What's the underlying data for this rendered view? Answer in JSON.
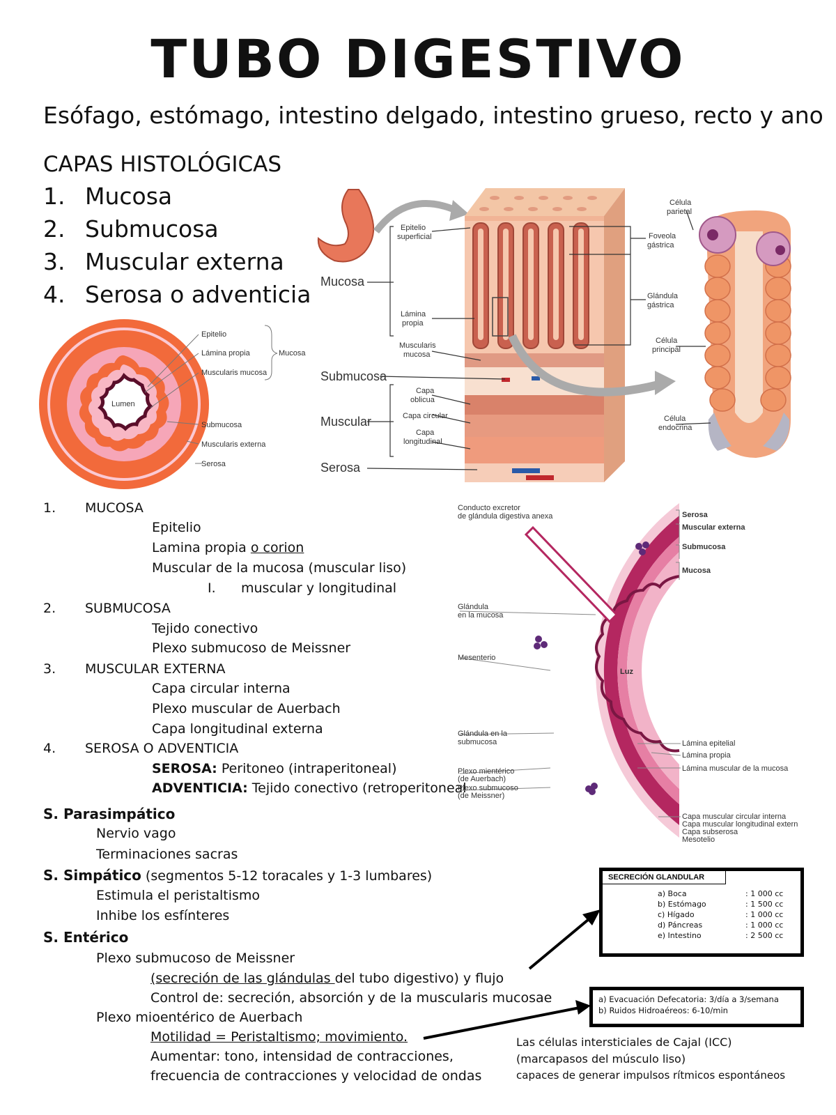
{
  "title": "TUBO DIGESTIVO",
  "subtitle": "Esófago, estómago, intestino delgado, intestino grueso, recto y ano",
  "layers": {
    "heading": "CAPAS HISTOLÓGICAS",
    "items": [
      {
        "num": "1.",
        "label": "Mucosa"
      },
      {
        "num": "2.",
        "label": "Submucosa"
      },
      {
        "num": "3.",
        "label": "Muscular externa"
      },
      {
        "num": "4.",
        "label": "Serosa o adventicia"
      }
    ]
  },
  "ring_diagram": {
    "lumen": "Lumen",
    "epitelio": "Epitelio",
    "lamina": "Lámina propia",
    "muscularis_mucosa": "Muscularis mucosa",
    "mucosa": "Mucosa",
    "submucosa": "Submucosa",
    "muscularis_externa": "Muscularis externa",
    "serosa": "Serosa"
  },
  "stomach_diagram": {
    "mucosa": "Mucosa",
    "submucosa": "Submucosa",
    "muscular": "Muscular",
    "serosa": "Serosa",
    "epitelio_1": "Epitelio",
    "epitelio_2": "superficial",
    "lamina_1": "Lámina",
    "lamina_2": "propia",
    "muscularis_1": "Muscularis",
    "muscularis_2": "mucosa",
    "oblicua_1": "Capa",
    "oblicua_2": "oblicua",
    "circular": "Capa circular",
    "longitudinal_1": "Capa",
    "longitudinal_2": "longitudinal",
    "foveola_1": "Foveola",
    "foveola_2": "gástrica",
    "glandula_1": "Glándula",
    "glandula_2": "gástrica",
    "parietal_1": "Célula",
    "parietal_2": "parietal",
    "principal_1": "Célula",
    "principal_2": "principal",
    "endocrina_1": "Célula",
    "endocrina_2": "endocrina"
  },
  "outline": {
    "mucosa": {
      "num": "1.",
      "head": "MUCOSA",
      "epitelio": "Epitelio",
      "lamina_a": "Lamina propia ",
      "lamina_b": "o corion",
      "muscular": "Muscular de la mucosa (muscular liso)",
      "roman": "I.",
      "roman_text": "muscular y longitudinal"
    },
    "submucosa": {
      "num": "2.",
      "head": "SUBMUCOSA",
      "a": "Tejido conectivo",
      "b": "Plexo submucoso de Meissner"
    },
    "muscular": {
      "num": "3.",
      "head": "MUSCULAR EXTERNA",
      "a": "Capa circular interna",
      "b": "Plexo muscular de Auerbach",
      "c": "Capa longitudinal externa"
    },
    "serosa": {
      "num": "4.",
      "head": "SEROSA O ADVENTICIA",
      "a_b": "SEROSA:",
      "a": " Peritoneo (intraperitoneal)",
      "b_b": "ADVENTICIA:",
      "b": " Tejido conectivo (retroperitoneal"
    }
  },
  "intestine_diagram": {
    "conducto_1": "Conducto excretor",
    "conducto_2": "de glándula digestiva anexa",
    "serosa": "Serosa",
    "muscular_externa": "Muscular externa",
    "submucosa": "Submucosa",
    "mucosa": "Mucosa",
    "glandula_mucosa_1": "Glándula",
    "glandula_mucosa_2": "en la mucosa",
    "mesenterio": "Mesenterio",
    "luz": "Luz",
    "glandula_sub_1": "Glándula en la",
    "glandula_sub_2": "submucosa",
    "auerbach_1": "Plexo mientérico",
    "auerbach_2": "(de Auerbach)",
    "meissner_1": "Plexo submucoso",
    "meissner_2": "(de Meissner)",
    "lamina_epitelial": "Lámina epitelial",
    "lamina_propia": "Lámina propia",
    "lamina_muscular": "Lámina muscular de la mucosa",
    "circular": "Capa muscular circular interna",
    "longitudinal": "Capa muscular longitudinal externa",
    "subserosa": "Capa subserosa",
    "mesotelio": "Mesotelio"
  },
  "nervous": {
    "para": {
      "head": "S. Parasimpático",
      "a": "Nervio vago",
      "b": "Terminaciones sacras"
    },
    "simp": {
      "head": "S. Simpático",
      "note": " (segmentos 5-12 toracales y 1-3 lumbares)",
      "a": "Estimula el peristaltismo",
      "b": "Inhibe los esfínteres"
    },
    "enterico": {
      "head": "S. Entérico",
      "meissner": "Plexo submucoso de Meissner",
      "meissner_a_u": "(secreción de las glándulas ",
      "meissner_a": "del tubo digestivo) y flujo",
      "meissner_b": "Control de: secreción, absorción y de la muscularis mucosae",
      "auerbach": "Plexo mioentérico de Auerbach",
      "auerbach_a": "Motilidad = Peristaltismo; movimiento.",
      "auerbach_b": "Aumentar:  tono, intensidad de contracciones,",
      "auerbach_c": "frecuencia de contracciones y velocidad de ondas"
    }
  },
  "secretion": {
    "header": "SECRECIÓN GLANDULAR",
    "rows": [
      {
        "label": "a) Boca",
        "value": ": 1 000 cc"
      },
      {
        "label": "b) Estómago",
        "value": ": 1 500 cc"
      },
      {
        "label": "c) Hígado",
        "value": ": 1 000 cc"
      },
      {
        "label": "d) Páncreas",
        "value": ": 1 000 cc"
      },
      {
        "label": "e) Intestino",
        "value": ": 2 500 cc"
      }
    ]
  },
  "evacuation": {
    "a": "a) Evacuación Defecatoria: 3/día a 3/semana",
    "b": "b) Ruidos Hidroaéreos: 6-10/min"
  },
  "cajal": {
    "a": "Las células intersticiales de Cajal (ICC)",
    "b": "(marcapasos del músculo liso)",
    "c": "capaces de  generar impulsos rítmicos espontáneos"
  }
}
